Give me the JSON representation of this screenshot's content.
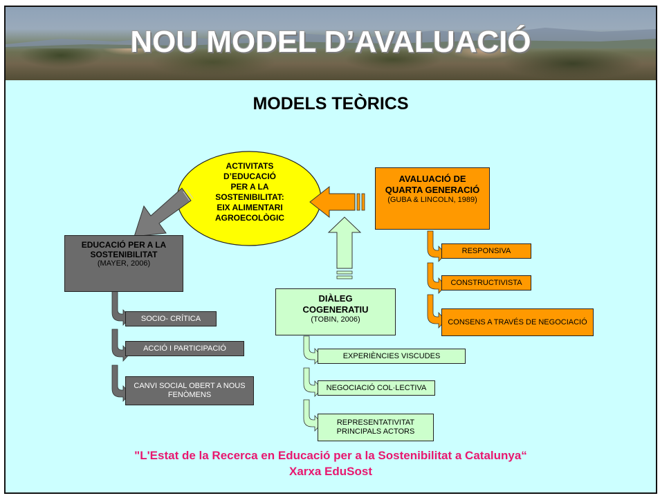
{
  "title": "NOU MODEL D’AVALUACIÓ",
  "subtitle": "MODELS TEÒRICS",
  "center": {
    "lines": [
      "ACTIVITATS",
      "D’EDUCACIÓ",
      "PER A  LA",
      "SOSTENIBILITAT:",
      "EIX ALIMENTARI",
      "AGROECOLÒGIC"
    ]
  },
  "education": {
    "title": "EDUCACIÓ PER A LA SOSTENIBILITAT",
    "cite": "(MAYER, 2006)",
    "items": [
      "SOCIO- CRÍTICA",
      "ACCIÓ I PARTICIPACIÓ",
      "CANVI SOCIAL OBERT A NOUS FENÒMENS"
    ]
  },
  "evaluation": {
    "title": "AVALUACIÓ DE QUARTA GENERACIÓ",
    "cite": "(GUBA  & LINCOLN, 1989)",
    "items": [
      "RESPONSIVA",
      "CONSTRUCTIVISTA",
      "CONSENS A TRAVÉS DE NEGOCIACIÓ"
    ]
  },
  "dialogue": {
    "title": "DIÀLEG COGENERATIU",
    "cite": "(TOBIN, 2006)",
    "items": [
      "EXPERIÈNCIES VISCUDES",
      "NEGOCIACIÓ COL·LECTIVA",
      "REPRESENTATIVITAT PRINCIPALS ACTORS"
    ]
  },
  "footer": {
    "line1": "\"L'Estat de la Recerca en Educació per a la Sostenibilitat a Catalunya“",
    "line2": "Xarxa EduSost"
  },
  "colors": {
    "background": "#ccffff",
    "center_ellipse": "#ffff00",
    "education": "#6b6b6b",
    "evaluation": "#ff9900",
    "dialogue": "#ccffcc",
    "footer_text": "#e8176f"
  }
}
